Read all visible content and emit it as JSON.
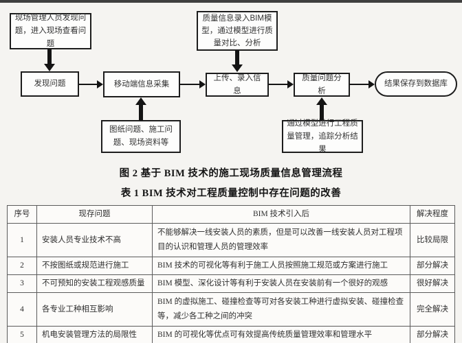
{
  "page": {
    "top_bar_color": "#3f3f3f",
    "background_color": "#f5f4f1"
  },
  "figure": {
    "caption": "图 2  基于 BIM 技术的施工现场质量信息管理流程",
    "nodes": {
      "source": "现场管理人员发现问题，进入现场查看问题",
      "bim_entry": "质量信息录入BIM模型，通过模型进行质量对比、分析",
      "discover": "发现问题",
      "collect": "移动端信息采集",
      "upload": "上传、录入信息",
      "analyze": "质量问题分析",
      "result": "结果保存到数据库",
      "issues": "图纸问题、施工问题、现场资料等",
      "track": "通过模型进行工程质量管理，追踪分析结果"
    }
  },
  "table": {
    "caption": "表 1  BIM 技术对工程质量控制中存在问题的改善",
    "headers": [
      "序号",
      "现存问题",
      "BIM 技术引入后",
      "解决程度"
    ],
    "rows": [
      [
        "1",
        "安装人员专业技术不高",
        "不能够解决一线安装人员的素质，但是可以改善一线安装人员对工程项目的认识和管理人员的管理效率",
        "比较局限"
      ],
      [
        "2",
        "不按图纸或规范进行施工",
        "BIM 技术的可视化等有利于施工人员按照施工规范或方案进行施工",
        "部分解决"
      ],
      [
        "3",
        "不可预知的安装工程观感质量",
        "BIM 模型、深化设计等有利于安装人员在安装前有一个很好的观感",
        "很好解决"
      ],
      [
        "4",
        "各专业工种相互影响",
        "BIM 的虚拟施工、碰撞检查等可对各安装工种进行虚拟安装、碰撞检查等，减少各工种之间的冲突",
        "完全解决"
      ],
      [
        "5",
        "机电安装管理方法的局限性",
        "BIM 的可视化等优点可有效提高传统质量管理效率和管理水平",
        "部分解决"
      ]
    ]
  }
}
